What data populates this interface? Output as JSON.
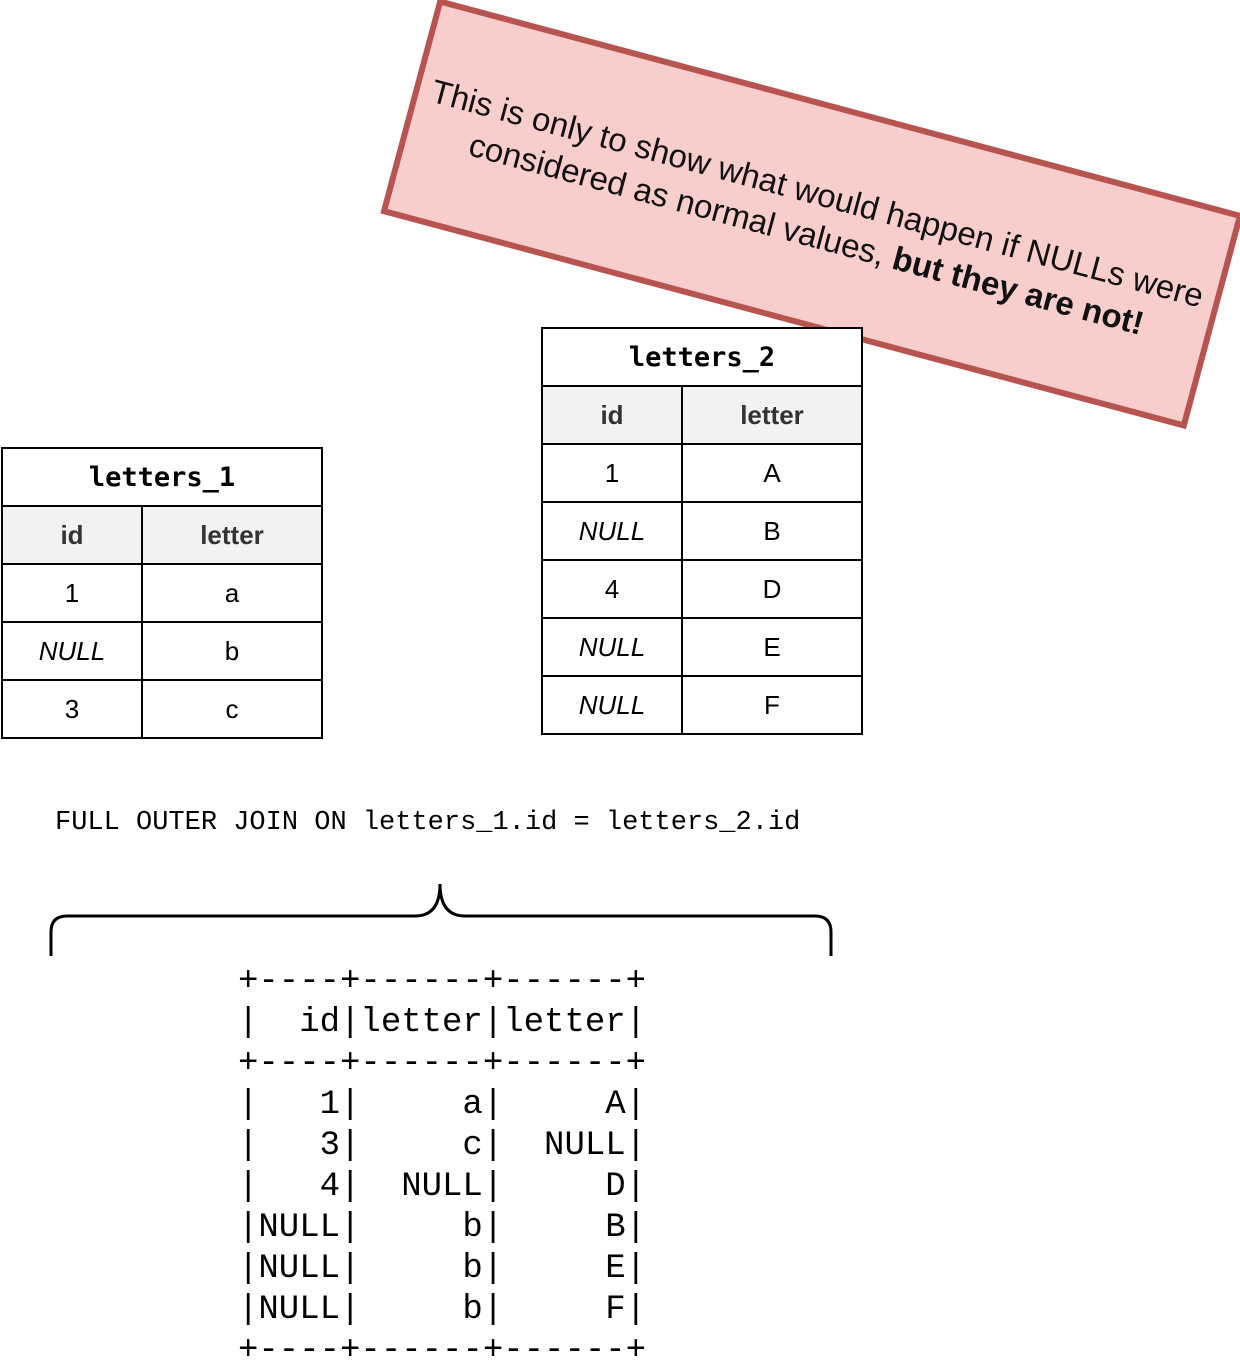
{
  "note": {
    "text_plain": "This is only to show what would happen if NULLs were considered as normal values, ",
    "text_bold": "but they are not!"
  },
  "table1": {
    "name": "letters_1",
    "headers": [
      "id",
      "letter"
    ],
    "rows": [
      [
        "1",
        "a"
      ],
      [
        "NULL",
        "b"
      ],
      [
        "3",
        "c"
      ]
    ]
  },
  "table2": {
    "name": "letters_2",
    "headers": [
      "id",
      "letter"
    ],
    "rows": [
      [
        "1",
        "A"
      ],
      [
        "NULL",
        "B"
      ],
      [
        "4",
        "D"
      ],
      [
        "NULL",
        "E"
      ],
      [
        "NULL",
        "F"
      ]
    ]
  },
  "join_text": "FULL OUTER JOIN ON letters_1.id = letters_2.id",
  "result": {
    "headers": [
      "id",
      "letter",
      "letter"
    ],
    "rows": [
      [
        "1",
        "a",
        "A"
      ],
      [
        "3",
        "c",
        "NULL"
      ],
      [
        "4",
        "NULL",
        "D"
      ],
      [
        "NULL",
        "b",
        "B"
      ],
      [
        "NULL",
        "b",
        "E"
      ],
      [
        "NULL",
        "b",
        "F"
      ]
    ]
  }
}
